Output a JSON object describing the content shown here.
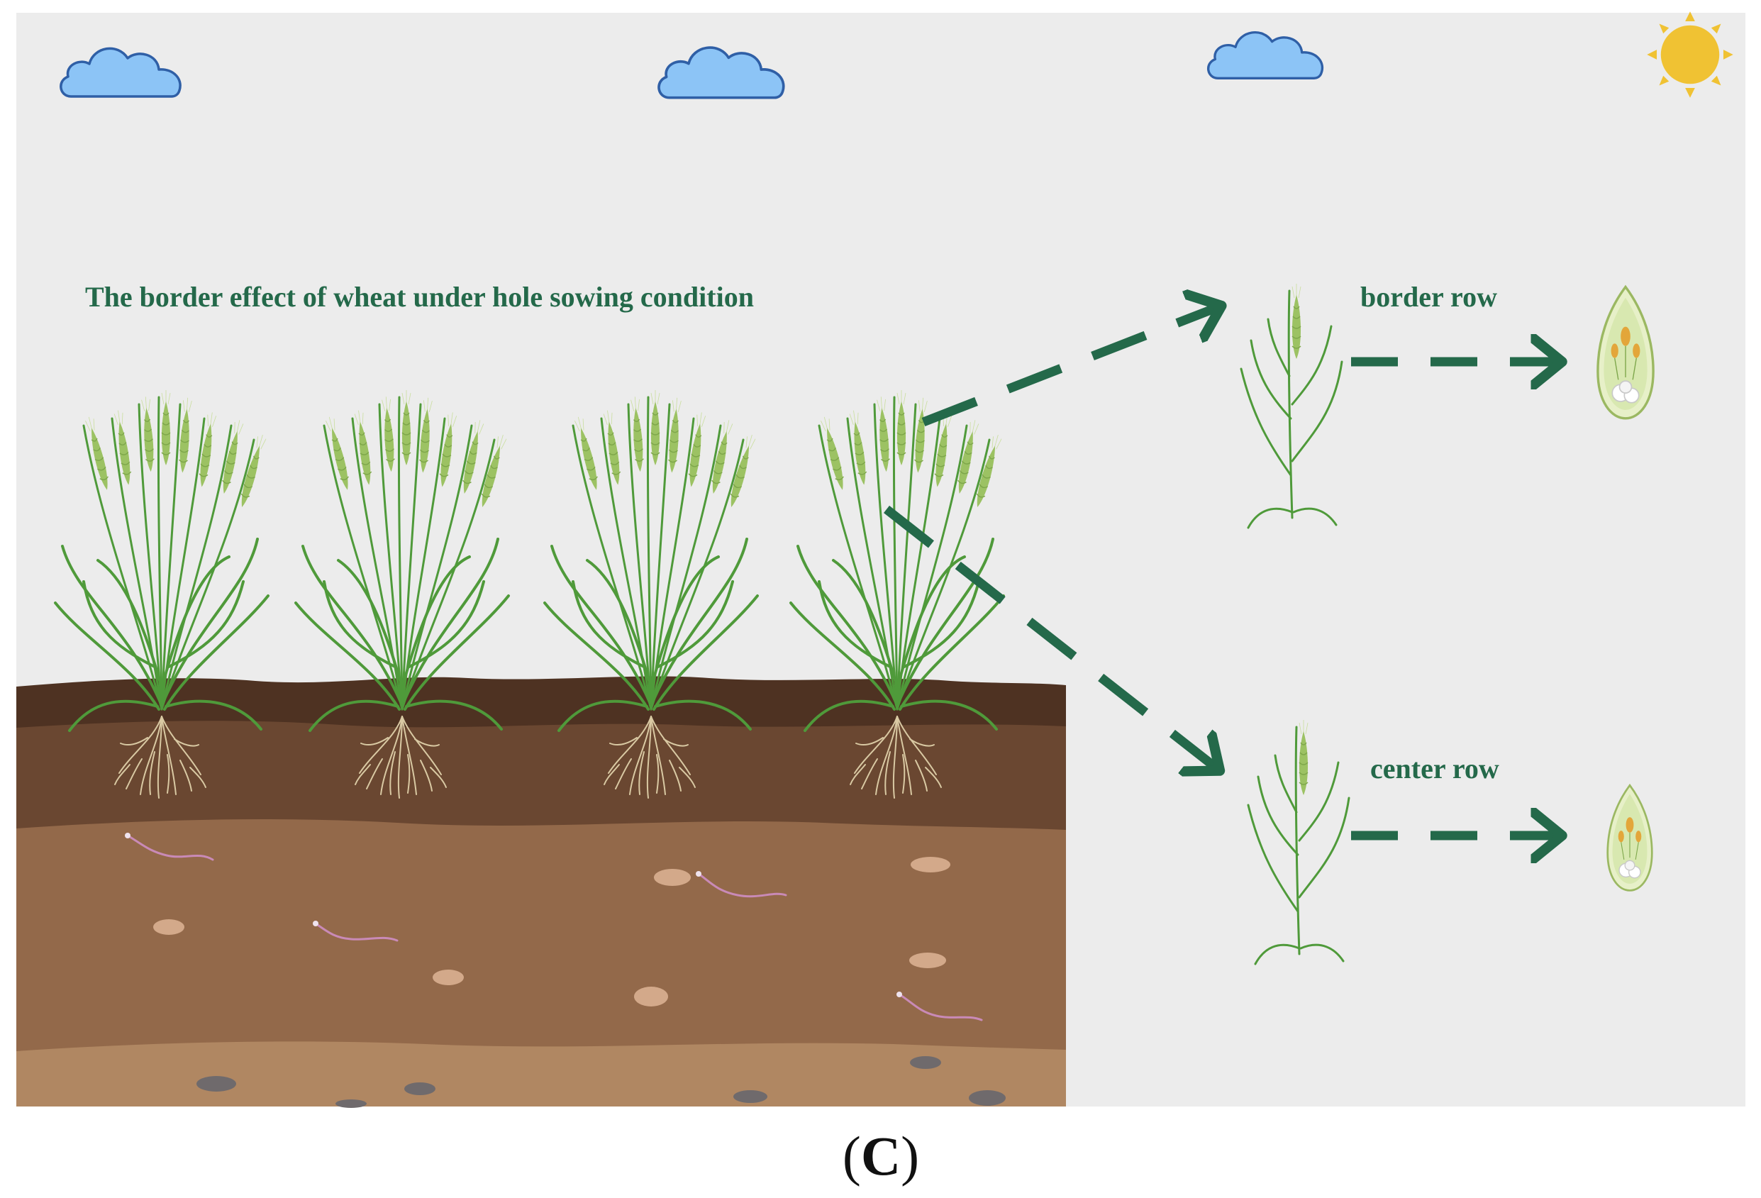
{
  "diagram": {
    "title": "The border effect of wheat under hole sowing condition",
    "border_label": "border row",
    "center_label": "center row",
    "panel_paren_open": "(",
    "panel_letter": "C",
    "panel_paren_close": ")"
  },
  "icons": {
    "sky": [
      "cloud-icon",
      "cloud-icon",
      "cloud-icon",
      "sun-icon"
    ],
    "plants": [
      "wheat-plant-icon",
      "wheat-plant-icon",
      "wheat-plant-icon",
      "wheat-plant-icon"
    ],
    "outcomes": [
      "wheat-plant-icon",
      "grain-icon"
    ]
  },
  "colors": {
    "sky": "#ececec",
    "cloud_fill": "#8cc4f6",
    "cloud_stroke": "#2f5fa6",
    "sun": "#f0c233",
    "arrow": "#24694a",
    "text": "#24694a",
    "soil_top": "#4e3222",
    "soil_mid": "#6a4731",
    "soil_low": "#93694a",
    "soil_bottom": "#b08762",
    "stem": "#4f9a3a",
    "ear": "#9cc263",
    "root": "#d9c9a3",
    "grain_fill": "#e7f0c8",
    "grain_stroke": "#9bb862",
    "worm": "#c98ab7",
    "pebble_light": "#d3a98a",
    "pebble_dark": "#6f6a6c"
  }
}
